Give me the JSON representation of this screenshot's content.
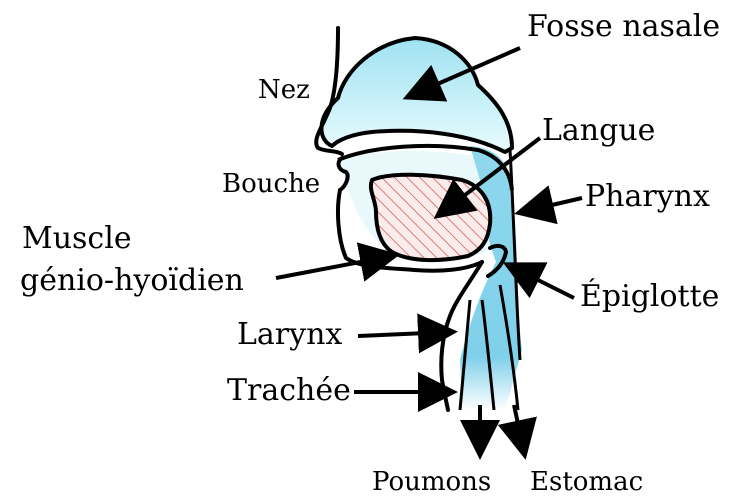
{
  "labels": {
    "fosse_nasale": "Fosse nasale",
    "nez": "Nez",
    "langue": "Langue",
    "bouche": "Bouche",
    "pharynx": "Pharynx",
    "muscle_line1": "Muscle",
    "muscle_line2": "génio-hyoïdien",
    "epiglotte": "Épiglotte",
    "larynx": "Larynx",
    "trachee": "Trachée",
    "poumons": "Poumons",
    "estomac": "Estomac"
  },
  "colors": {
    "cavity_light": "#dff6fa",
    "cavity_mid": "#a8e4f0",
    "pharynx_blue": "#7fd0ea",
    "tongue_hatch": "#d46060",
    "outline": "#000000"
  }
}
